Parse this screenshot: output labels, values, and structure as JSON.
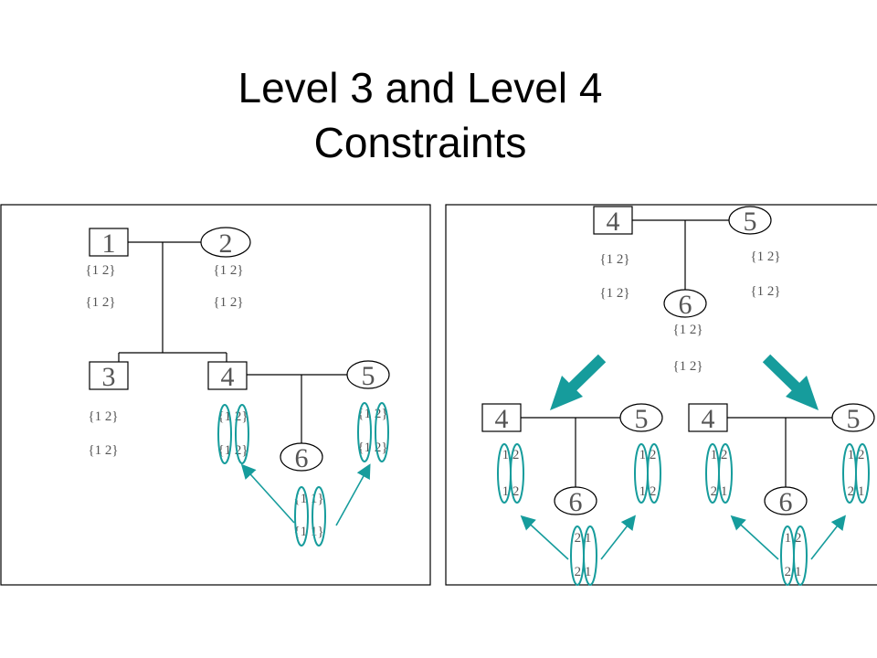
{
  "title": {
    "line1": "Level 3 and Level 4",
    "line2": "Constraints"
  },
  "colors": {
    "accent": "#169c9c",
    "line": "#000000",
    "text": "#555555"
  },
  "left_panel": {
    "nodes": {
      "n1": "1",
      "n2": "2",
      "n3": "3",
      "n4": "4",
      "n5": "5",
      "n6": "6"
    },
    "domains": {
      "n1": [
        "{1 2}",
        "{1 2}"
      ],
      "n2": [
        "{1 2}",
        "{1 2}"
      ],
      "n3": [
        "{1 2}",
        "{1 2}"
      ],
      "n4": [
        "{1 2}",
        "{1 2}"
      ],
      "n5": [
        "{1 2}",
        "{1 2}"
      ],
      "n6": [
        "{1 1}",
        "{1 1}"
      ]
    }
  },
  "right_panel": {
    "top": {
      "nodes": {
        "n4": "4",
        "n5": "5",
        "n6": "6"
      },
      "domains": {
        "n4": [
          "{1 2}",
          "{1 2}"
        ],
        "n5": [
          "{1 2}",
          "{1 2}"
        ],
        "n6": [
          "{1 2}",
          "{1 2}"
        ]
      }
    },
    "left_branch": {
      "nodes": {
        "n4": "4",
        "n5": "5",
        "n6": "6"
      },
      "values": {
        "n4": [
          "1 2",
          "1 2"
        ],
        "n5": [
          "1 2",
          "1 2"
        ],
        "n6": [
          "2 1",
          "2 1"
        ]
      }
    },
    "right_branch": {
      "nodes": {
        "n4": "4",
        "n5": "5",
        "n6": "6"
      },
      "values": {
        "n4": [
          "1 2",
          "2 1"
        ],
        "n5": [
          "1 2",
          "2 1"
        ],
        "n6": [
          "1 2",
          "2 1"
        ]
      }
    }
  }
}
